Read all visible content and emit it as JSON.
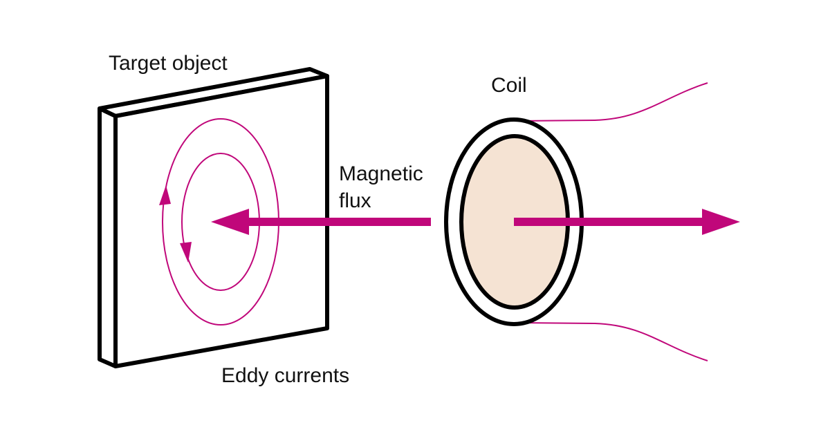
{
  "labels": {
    "target": "Target object",
    "coil": "Coil",
    "flux_line1": "Magnetic",
    "flux_line2": "flux",
    "eddy": "Eddy currents"
  },
  "colors": {
    "accent": "#c0077a",
    "coil_fill": "#f5e3d3",
    "outline": "#000000"
  }
}
